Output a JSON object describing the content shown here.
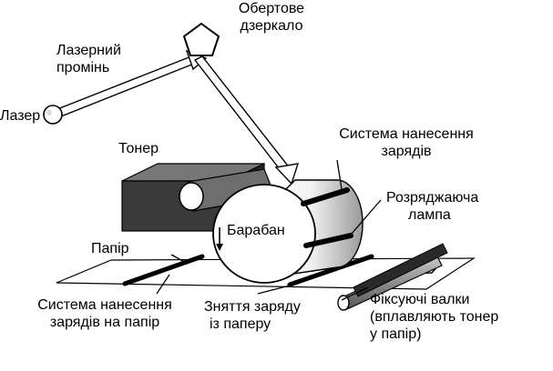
{
  "labels": {
    "mirror": [
      "Обертове",
      "дзеркало"
    ],
    "beam": [
      "Лазерний",
      "промінь"
    ],
    "laser": "Лазер",
    "toner": "Тонер",
    "charging_system": [
      "Система нанесення",
      "зарядів"
    ],
    "discharge_lamp": [
      "Розряджаюча",
      "лампа"
    ],
    "drum": "Барабан",
    "paper": "Папір",
    "paper_charging": [
      "Система нанесення",
      "зарядів на папір"
    ],
    "charge_removal": [
      "Зняття заряду",
      "із паперу"
    ],
    "fuser_rollers": [
      "Фіксуючі валки",
      "(вплавляють тонер",
      "у папір)"
    ]
  },
  "colors": {
    "ink": "#000000",
    "toner_box": "#3a3a3a",
    "toner_roller": "#6e6e6e",
    "background": "#ffffff"
  }
}
